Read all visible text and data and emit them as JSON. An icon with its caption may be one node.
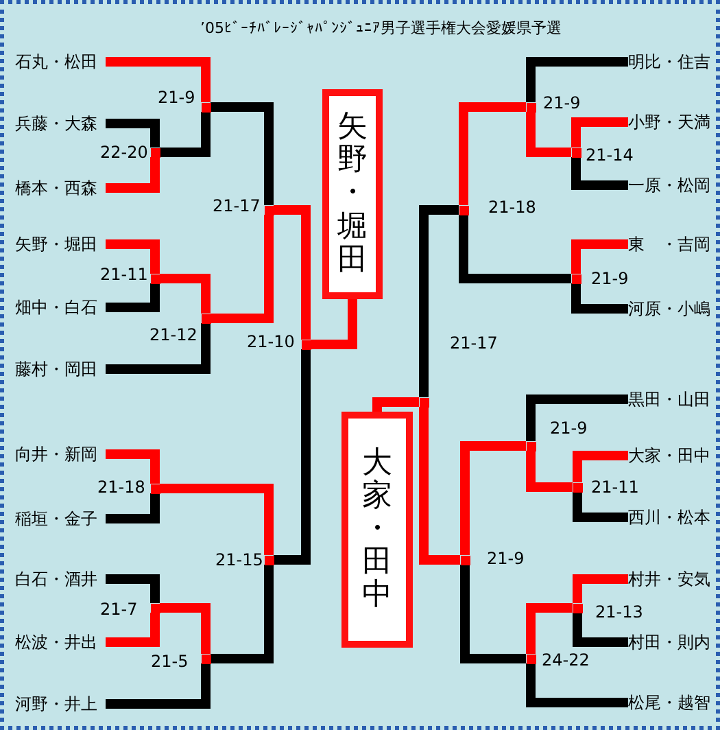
{
  "diagram": {
    "title": "’05ﾋﾞｰﾁﾊﾞﾚｰｼﾞｬﾊﾟﾝｼﾞｭﾆｱ男子選手権大会愛媛県予選",
    "nodes": [
      {
        "text": [
          "石丸・松田"
        ]
      },
      {
        "text": [
          "兵藤・大森"
        ]
      },
      {
        "text": [
          "橋本・西森"
        ]
      },
      {
        "text": [
          "矢野・堀田"
        ]
      },
      {
        "text": [
          "畑中・白石"
        ]
      },
      {
        "text": [
          "藤村・岡田"
        ]
      },
      {
        "text": [
          "向井・新岡"
        ]
      },
      {
        "text": [
          "稲垣・金子"
        ]
      },
      {
        "text": [
          "白石・酒井"
        ]
      },
      {
        "text": [
          "松波・井出"
        ]
      },
      {
        "text": [
          "河野・井上"
        ]
      },
      {
        "text": [
          "明比・住吉"
        ]
      },
      {
        "text": [
          "小野・天満"
        ]
      },
      {
        "text": [
          "一原・松岡"
        ]
      },
      {
        "text": [
          "東　・吉岡"
        ]
      },
      {
        "text": [
          "河原・小嶋"
        ]
      },
      {
        "text": [
          "黒田・山田"
        ]
      },
      {
        "text": [
          "大家・田中"
        ]
      },
      {
        "text": [
          "西川・松本"
        ]
      },
      {
        "text": [
          "村井・安気"
        ]
      },
      {
        "text": [
          "村田・則内"
        ]
      },
      {
        "text": [
          "松尾・越智"
        ]
      },
      {
        "text": [
          "矢野・堀田"
        ]
      },
      {
        "text": [
          "大家・田中"
        ]
      },
      {
        "text": [],
        "shape": "box",
        "beside": [
          "22-20"
        ]
      },
      {
        "text": [],
        "shape": "box",
        "beside": [
          "21-9"
        ]
      },
      {
        "text": [],
        "shape": "box",
        "beside": [
          "21-11"
        ]
      },
      {
        "text": [],
        "shape": "box",
        "beside": [
          "21-12"
        ]
      },
      {
        "text": [],
        "shape": "box",
        "beside": [
          "21-17"
        ]
      },
      {
        "text": [],
        "shape": "box",
        "beside": [
          "21-18"
        ]
      },
      {
        "text": [],
        "shape": "box",
        "beside": [
          "21-7"
        ]
      },
      {
        "text": [],
        "shape": "box",
        "beside": [
          "21-5"
        ]
      },
      {
        "text": [],
        "shape": "box",
        "beside": [
          "21-15"
        ]
      },
      {
        "text": [],
        "shape": "box",
        "beside": [
          "21-10"
        ]
      },
      {
        "text": [],
        "shape": "box",
        "beside": [
          "21-14"
        ]
      },
      {
        "text": [],
        "shape": "box",
        "beside": [
          "21-9"
        ]
      },
      {
        "text": [],
        "shape": "box",
        "beside": [
          "21-9"
        ]
      },
      {
        "text": [],
        "shape": "box",
        "beside": [
          "21-18"
        ]
      },
      {
        "text": [],
        "shape": "box",
        "beside": [
          "21-11"
        ]
      },
      {
        "text": [],
        "shape": "box",
        "beside": [
          "21-9"
        ]
      },
      {
        "text": [],
        "shape": "box",
        "beside": [
          "21-13"
        ]
      },
      {
        "text": [],
        "shape": "box",
        "beside": [
          "24-22"
        ]
      },
      {
        "text": [],
        "shape": "box",
        "beside": [
          "21-9"
        ]
      },
      {
        "text": [],
        "shape": "box",
        "beside": [
          "21-17"
        ]
      }
    ],
    "edges": [
      {
        "from": 1,
        "to": 24,
        "arrow": "none",
        "color": "#000000"
      },
      {
        "from": 2,
        "to": 24,
        "arrow": "none"
      },
      {
        "from": 0,
        "to": 25,
        "arrow": "none"
      },
      {
        "from": 24,
        "to": 25,
        "arrow": "none",
        "color": "#000000"
      },
      {
        "from": 3,
        "to": 26,
        "arrow": "none"
      },
      {
        "from": 4,
        "to": 26,
        "arrow": "none",
        "color": "#000000"
      },
      {
        "from": 26,
        "to": 27,
        "arrow": "none"
      },
      {
        "from": 5,
        "to": 27,
        "arrow": "none",
        "color": "#000000"
      },
      {
        "from": 25,
        "to": 28,
        "arrow": "none",
        "color": "#000000"
      },
      {
        "from": 27,
        "to": 28,
        "arrow": "none"
      },
      {
        "from": 6,
        "to": 29,
        "arrow": "none"
      },
      {
        "from": 7,
        "to": 29,
        "arrow": "none",
        "color": "#000000"
      },
      {
        "from": 8,
        "to": 30,
        "arrow": "none",
        "color": "#000000"
      },
      {
        "from": 9,
        "to": 30,
        "arrow": "none"
      },
      {
        "from": 30,
        "to": 31,
        "arrow": "none"
      },
      {
        "from": 10,
        "to": 31,
        "arrow": "none",
        "color": "#000000"
      },
      {
        "from": 29,
        "to": 32,
        "arrow": "none"
      },
      {
        "from": 31,
        "to": 32,
        "arrow": "none",
        "color": "#000000"
      },
      {
        "from": 28,
        "to": 33,
        "arrow": "none"
      },
      {
        "from": 32,
        "to": 33,
        "arrow": "none",
        "color": "#000000"
      },
      {
        "from": 33,
        "to": 22,
        "arrow": "none"
      },
      {
        "from": 12,
        "to": 34,
        "arrow": "none"
      },
      {
        "from": 13,
        "to": 34,
        "arrow": "none",
        "color": "#000000"
      },
      {
        "from": 11,
        "to": 35,
        "arrow": "none",
        "color": "#000000"
      },
      {
        "from": 34,
        "to": 35,
        "arrow": "none"
      },
      {
        "from": 14,
        "to": 36,
        "arrow": "none"
      },
      {
        "from": 15,
        "to": 36,
        "arrow": "none",
        "color": "#000000"
      },
      {
        "from": 35,
        "to": 37,
        "arrow": "none"
      },
      {
        "from": 36,
        "to": 37,
        "arrow": "none",
        "color": "#000000"
      },
      {
        "from": 17,
        "to": 38,
        "arrow": "none"
      },
      {
        "from": 18,
        "to": 38,
        "arrow": "none",
        "color": "#000000"
      },
      {
        "from": 16,
        "to": 39,
        "arrow": "none",
        "color": "#000000"
      },
      {
        "from": 38,
        "to": 39,
        "arrow": "none"
      },
      {
        "from": 19,
        "to": 40,
        "arrow": "none"
      },
      {
        "from": 20,
        "to": 40,
        "arrow": "none",
        "color": "#000000"
      },
      {
        "from": 40,
        "to": 41,
        "arrow": "none"
      },
      {
        "from": 21,
        "to": 41,
        "arrow": "none",
        "color": "#000000"
      },
      {
        "from": 39,
        "to": 42,
        "arrow": "none"
      },
      {
        "from": 41,
        "to": 42,
        "arrow": "none",
        "color": "#000000"
      },
      {
        "from": 37,
        "to": 43,
        "arrow": "none",
        "color": "#000000"
      },
      {
        "from": 42,
        "to": 43,
        "arrow": "none"
      },
      {
        "from": 43,
        "to": 23,
        "arrow": "none"
      }
    ]
  }
}
